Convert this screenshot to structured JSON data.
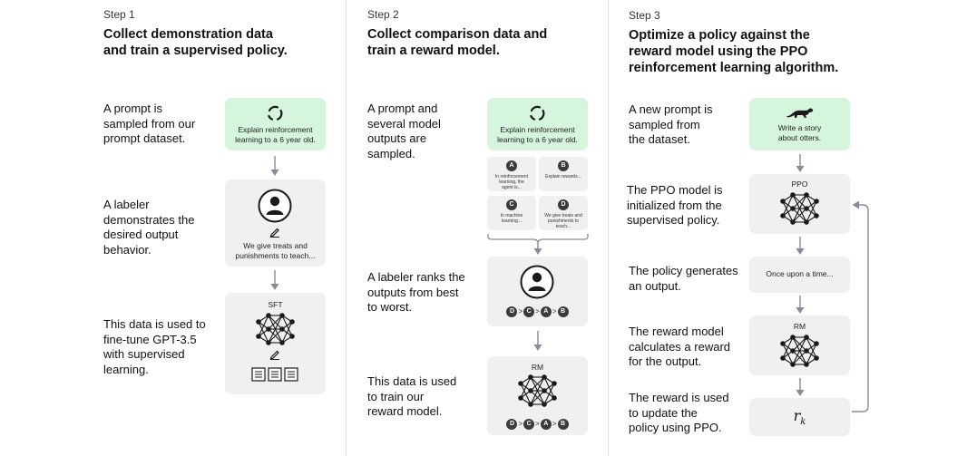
{
  "step1": {
    "step_label": "Step 1",
    "title_line1": "Collect demonstration data",
    "title_line2": "and train a supervised policy.",
    "desc1": [
      "A prompt is",
      "sampled from our",
      "prompt dataset."
    ],
    "prompt_text": [
      "Explain reinforcement",
      "learning to a 6 year old."
    ],
    "desc2": [
      "A labeler",
      "demonstrates the",
      "desired output",
      "behavior."
    ],
    "labeler_text": [
      "We give treats and",
      "punishments to teach..."
    ],
    "desc3": [
      "This data is used to",
      "fine-tune GPT-3.5",
      "with supervised",
      "learning."
    ],
    "model_label": "SFT"
  },
  "step2": {
    "step_label": "Step 2",
    "title_line1": "Collect comparison data and",
    "title_line2": "train a reward model.",
    "desc1": [
      "A prompt and",
      "several model",
      "outputs are",
      "sampled."
    ],
    "prompt_text": [
      "Explain reinforcement",
      "learning to a 6 year old."
    ],
    "outputs": [
      {
        "letter": "A",
        "text": [
          "In reinforcement",
          "learning, the",
          "agent is..."
        ]
      },
      {
        "letter": "B",
        "text": [
          "Explain rewards..."
        ]
      },
      {
        "letter": "C",
        "text": [
          "In machine",
          "learning..."
        ]
      },
      {
        "letter": "D",
        "text": [
          "We give treats and",
          "punishments to",
          "teach..."
        ]
      }
    ],
    "desc2": [
      "A labeler ranks the",
      "outputs from best",
      "to worst."
    ],
    "ranking": [
      "D",
      "C",
      "A",
      "B"
    ],
    "ranking_separator": ">",
    "desc3": [
      "This data is used",
      "to train our",
      "reward model."
    ],
    "model_label": "RM"
  },
  "step3": {
    "step_label": "Step 3",
    "title_line1": "Optimize a policy against the",
    "title_line2": "reward model using the PPO",
    "title_line3": "reinforcement learning algorithm.",
    "desc1": [
      "A new prompt is",
      "sampled from",
      "the dataset."
    ],
    "prompt_text": [
      "Write a story",
      "about otters."
    ],
    "desc2": [
      "The PPO model is",
      "initialized from the",
      "supervised policy."
    ],
    "ppo_label": "PPO",
    "desc3": [
      "The policy generates",
      "an output."
    ],
    "output_text": "Once upon a time...",
    "desc4": [
      "The reward model",
      "calculates a reward",
      "for the output."
    ],
    "rm_label": "RM",
    "desc5": [
      "The reward is used",
      "to update the",
      "policy using PPO."
    ],
    "reward_symbol": "r",
    "reward_subscript": "k"
  },
  "colors": {
    "green_box": "#d6f5dd",
    "grey_box": "#f0f0f0",
    "arrow": "#8a8a9a",
    "node": "#1a1a1a"
  }
}
